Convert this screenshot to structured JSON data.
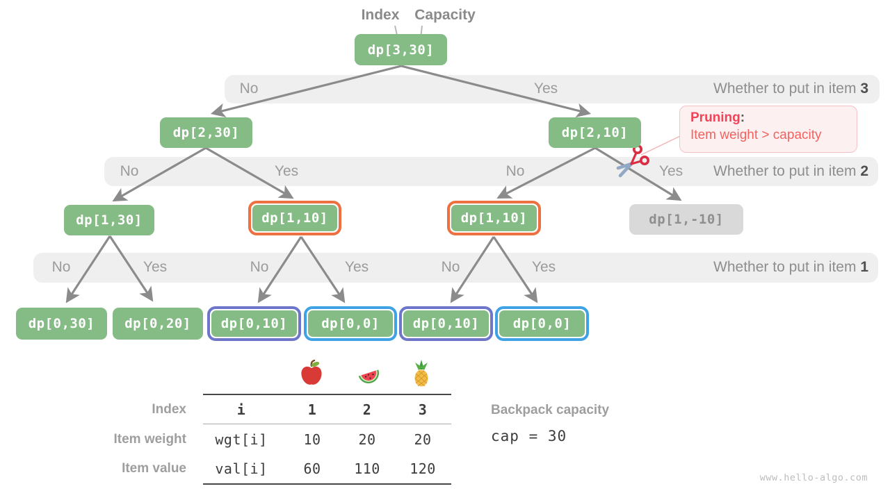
{
  "title_labels": {
    "index": "Index",
    "capacity": "Capacity"
  },
  "nodes": {
    "root": "dp[3,30]",
    "l2_left": "dp[2,30]",
    "l2_right": "dp[2,10]",
    "l1_a": "dp[1,30]",
    "l1_b": "dp[1,10]",
    "l1_c": "dp[1,10]",
    "l1_pruned": "dp[1,-10]",
    "l0_a": "dp[0,30]",
    "l0_b": "dp[0,20]",
    "l0_c": "dp[0,10]",
    "l0_d": "dp[0,0]",
    "l0_e": "dp[0,10]",
    "l0_f": "dp[0,0]"
  },
  "bars": {
    "item3": {
      "labels": [
        "No",
        "Yes"
      ],
      "question": "Whether to put in item",
      "item": "3"
    },
    "item2": {
      "labels": [
        "No",
        "Yes",
        "No",
        "Yes"
      ],
      "question": "Whether to put in item",
      "item": "2"
    },
    "item1": {
      "labels": [
        "No",
        "Yes",
        "No",
        "Yes",
        "No",
        "Yes"
      ],
      "question": "Whether to put in item",
      "item": "1"
    }
  },
  "pruning": {
    "title": "Pruning",
    "colon": ":",
    "body": "Item weight > capacity"
  },
  "table": {
    "row_labels": [
      "Index",
      "Item weight",
      "Item value"
    ],
    "fruit_icons": [
      "apple-icon",
      "watermelon-icon",
      "pineapple-icon"
    ],
    "index_row": [
      "i",
      "1",
      "2",
      "3"
    ],
    "weight_row": [
      "wgt[i]",
      "10",
      "20",
      "20"
    ],
    "value_row": [
      "val[i]",
      "60",
      "110",
      "120"
    ]
  },
  "backpack": {
    "label": "Backpack capacity",
    "value": "cap = 30"
  },
  "watermark": "www.hello-algo.com",
  "colors": {
    "node_green": "#85bc85",
    "pruned_gray": "#d9d9d9",
    "highlight_orange": "#ed7040",
    "highlight_purple": "#6d76ca",
    "highlight_blue": "#3fa2e4",
    "pruning_red": "#f04458",
    "arrow_gray": "#8b8b8b",
    "bar_gray": "#efefef"
  }
}
